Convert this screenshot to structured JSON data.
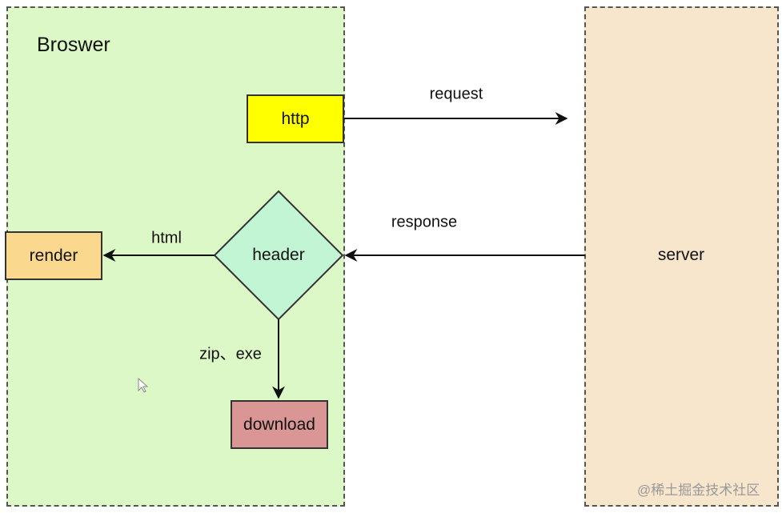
{
  "browser": {
    "label": "Broswer",
    "fill": "#dcf8c6"
  },
  "server": {
    "label": "server",
    "fill": "#f8e6cc"
  },
  "nodes": {
    "http": {
      "label": "http",
      "fill": "#ffff00"
    },
    "header": {
      "label": "header",
      "fill": "#c2f5d3"
    },
    "render": {
      "label": "render",
      "fill": "#fad98f"
    },
    "download": {
      "label": "download",
      "fill": "#d99694"
    }
  },
  "edges": {
    "request": "request",
    "response": "response",
    "html": "html",
    "download": "zip、exe"
  },
  "watermark": "@稀土掘金技术社区"
}
